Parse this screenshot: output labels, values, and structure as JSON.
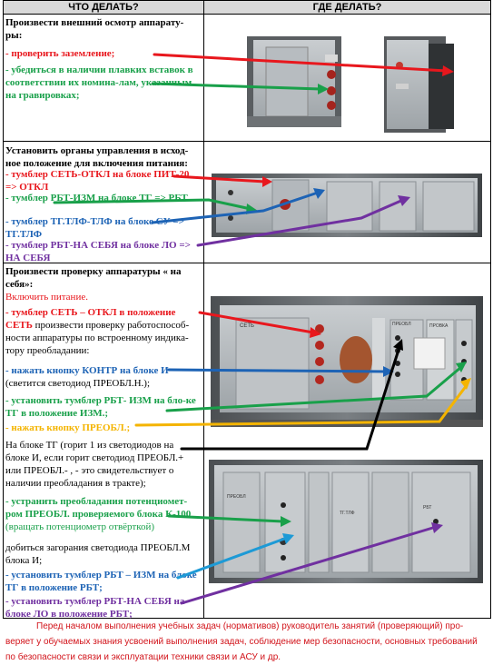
{
  "headers": {
    "what": "ЧТО ДЕЛАТЬ?",
    "where": "ГДЕ ДЕЛАТЬ?"
  },
  "section1": {
    "title": "Произвести внешний осмотр аппарату-ры:",
    "items": [
      {
        "text": "-        проверить заземление;",
        "color": "#e8171d"
      },
      {
        "text": "-        убедиться в наличии плавких вставок в соответствии их номина-лам, указанным на гравировках;",
        "color": "#19a04a"
      }
    ]
  },
  "section2": {
    "title": "Установить органы управления в исход-ное положение для включения питания:",
    "items": [
      {
        "text": "-    тумблер СЕТЬ-ОТКЛ на блоке ПИТ-20 => ОТКЛ",
        "color": "#e8171d"
      },
      {
        "text": "-     тумблер РБТ-ИЗМ на блоке ТГ => РБТ",
        "color": "#19a04a"
      },
      {
        "text": "-     тумблер ТГ.ТЛФ-ТЛФ на блоке СУ => ТГ.ТЛФ",
        "color": "#1d63b5"
      },
      {
        "text": "-     тумблер РБТ-НА СЕБЯ на блоке ЛО =>  НА СЕБЯ",
        "color": "#7030a0"
      }
    ]
  },
  "section3": {
    "title": "Произвести проверку аппаратуры « на себя»:",
    "power_on": "Включить питание.",
    "step1_a": "- тумблер СЕТЬ – ОТКЛ в положение СЕТЬ",
    "step1_b": " произвести проверку работоспособ-ности аппаратуры по встроенному индика-тору преобладании:",
    "step2_a": "-  нажать кнопку КОНТР на блоке И",
    "step2_b": "(светится светодиод ПРЕОБЛ.Н.);",
    "step3": "-  установить тумблер РБТ- ИЗМ на бло-ке ТГ в положение ИЗМ.;",
    "step4": "-  нажать кнопку ПРЕОБЛ.;",
    "step5": "На блоке ТГ (горит 1 из светодиодов на блоке И, если горит светодиод ПРЕОБЛ.+ или ПРЕОБЛ.- , - это свидетельствует о наличии преобладания в тракте);",
    "step6_a": "-  устранить преобладания потенциомет-ром ПРЕОБЛ. проверяемого блока К-100",
    "step6_b": "(вращать потенциометр отвёрткой)",
    "step7": "добиться загорания светодиода ПРЕОБЛ.М блока И;",
    "step8": "-  установить тумблер РБТ – ИЗМ на блоке ТГ в положение РБТ;",
    "step9": "- установить тумблер РБТ-НА СЕБЯ на блоке ЛО в положение РБТ;"
  },
  "photo_labels": {
    "seti": "СЕТЬ",
    "preobl": "ПРЕОБЛ",
    "proverka": "ПРОВКА",
    "tg": "ТГ.ТЛФ",
    "rbt": "РБТ"
  },
  "footer": "Перед началом выполнения учебных задач (нормативов) руководитель занятий (проверяющий) про-веряет у обучаемых знания усвоений выполнения задач, соблюдение мер безопасности, основных требований по безопасности связи и эксплуатации техники связи и АСУ и др.",
  "colors": {
    "red": "#e8171d",
    "green": "#19a04a",
    "blue": "#1d63b5",
    "purple": "#7030a0",
    "yellow": "#f4b400",
    "black": "#000000"
  }
}
